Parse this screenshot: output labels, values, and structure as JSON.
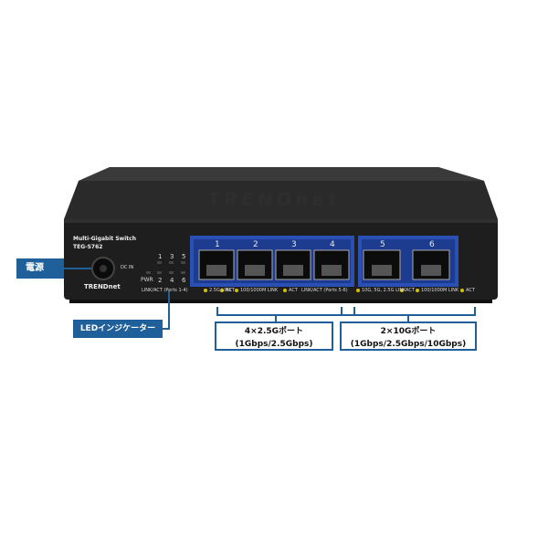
{
  "device": {
    "brand_top": "TRENDnet",
    "model_line": "Multi-Gigabit Switch",
    "model_number": "TEG-S762",
    "brand_logo": "TRENDnet",
    "dc_label": "DC IN",
    "pwr_label": "PWR",
    "led_cols_top": [
      "1",
      "3",
      "5"
    ],
    "led_cols_bottom": [
      "2",
      "4",
      "6"
    ],
    "link_act_left": "LINK/ACT (Ports 1-4)",
    "port_numbers": [
      "1",
      "2",
      "3",
      "4",
      "5",
      "6"
    ],
    "legend_25g": "2.5G LINK",
    "legend_act_1": "ACT",
    "legend_1000m_1": "100/1000M LINK",
    "legend_act_2": "ACT",
    "link_act_mid": "LINK/ACT (Ports 5-6)",
    "legend_10g": "10G, 5G, 2.5G LINK",
    "legend_act_3": "ACT",
    "legend_1000m_2": "100/1000M LINK",
    "legend_act_4": "ACT"
  },
  "callouts": {
    "power": "電源",
    "led": "LEDインジケーター",
    "ports_25g_line1": "4×2.5Gポート",
    "ports_25g_line2": "(1Gbps/2.5Gbps)",
    "ports_10g_line1": "2×10Gポート",
    "ports_10g_line2": "(1Gbps/2.5Gbps/10Gbps)"
  },
  "colors": {
    "accent": "#1f5f9a",
    "port_highlight": "#2a4fb5",
    "chassis": "#1c1c1c"
  }
}
